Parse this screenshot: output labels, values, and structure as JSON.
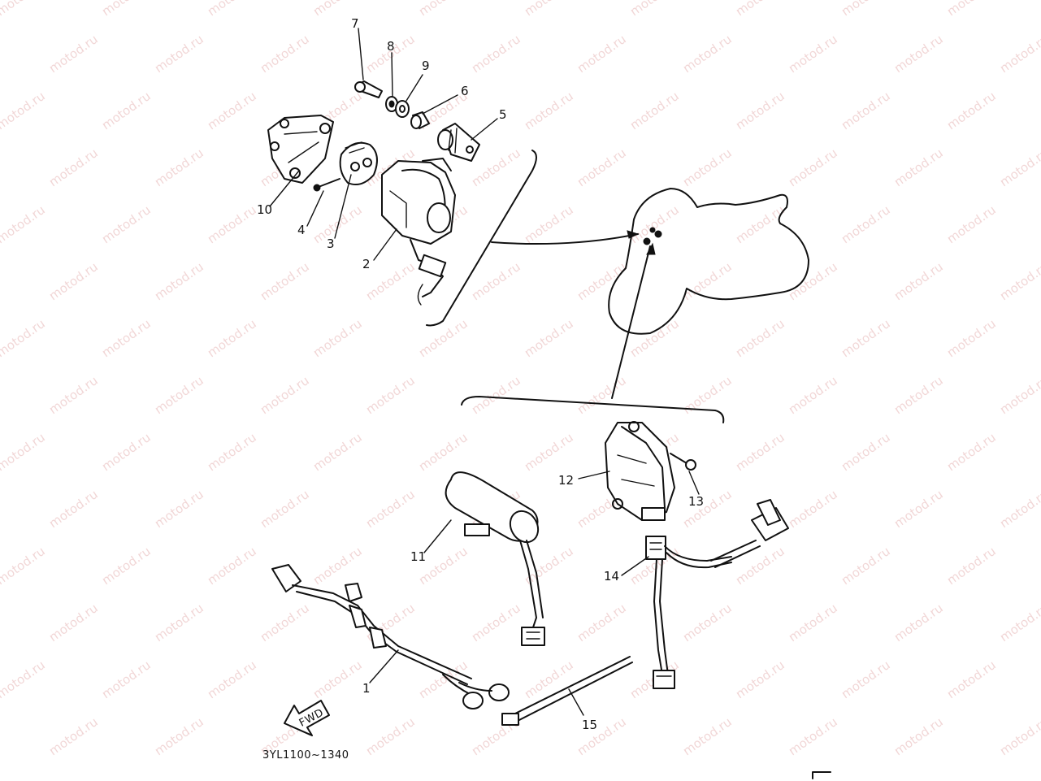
{
  "diagram": {
    "callouts": [
      "1",
      "2",
      "3",
      "4",
      "5",
      "6",
      "7",
      "8",
      "9",
      "10",
      "11",
      "12",
      "13",
      "14",
      "15"
    ],
    "reference_code": "3YL1100~1340",
    "direction_label": "FWD",
    "watermark": "motod.ru"
  }
}
